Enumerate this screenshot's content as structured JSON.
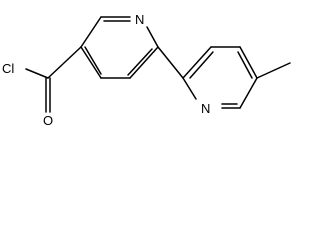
{
  "structure": {
    "atoms": {
      "cl": "Cl",
      "o": "O",
      "n_upper": "N",
      "n_lower": "N"
    }
  }
}
